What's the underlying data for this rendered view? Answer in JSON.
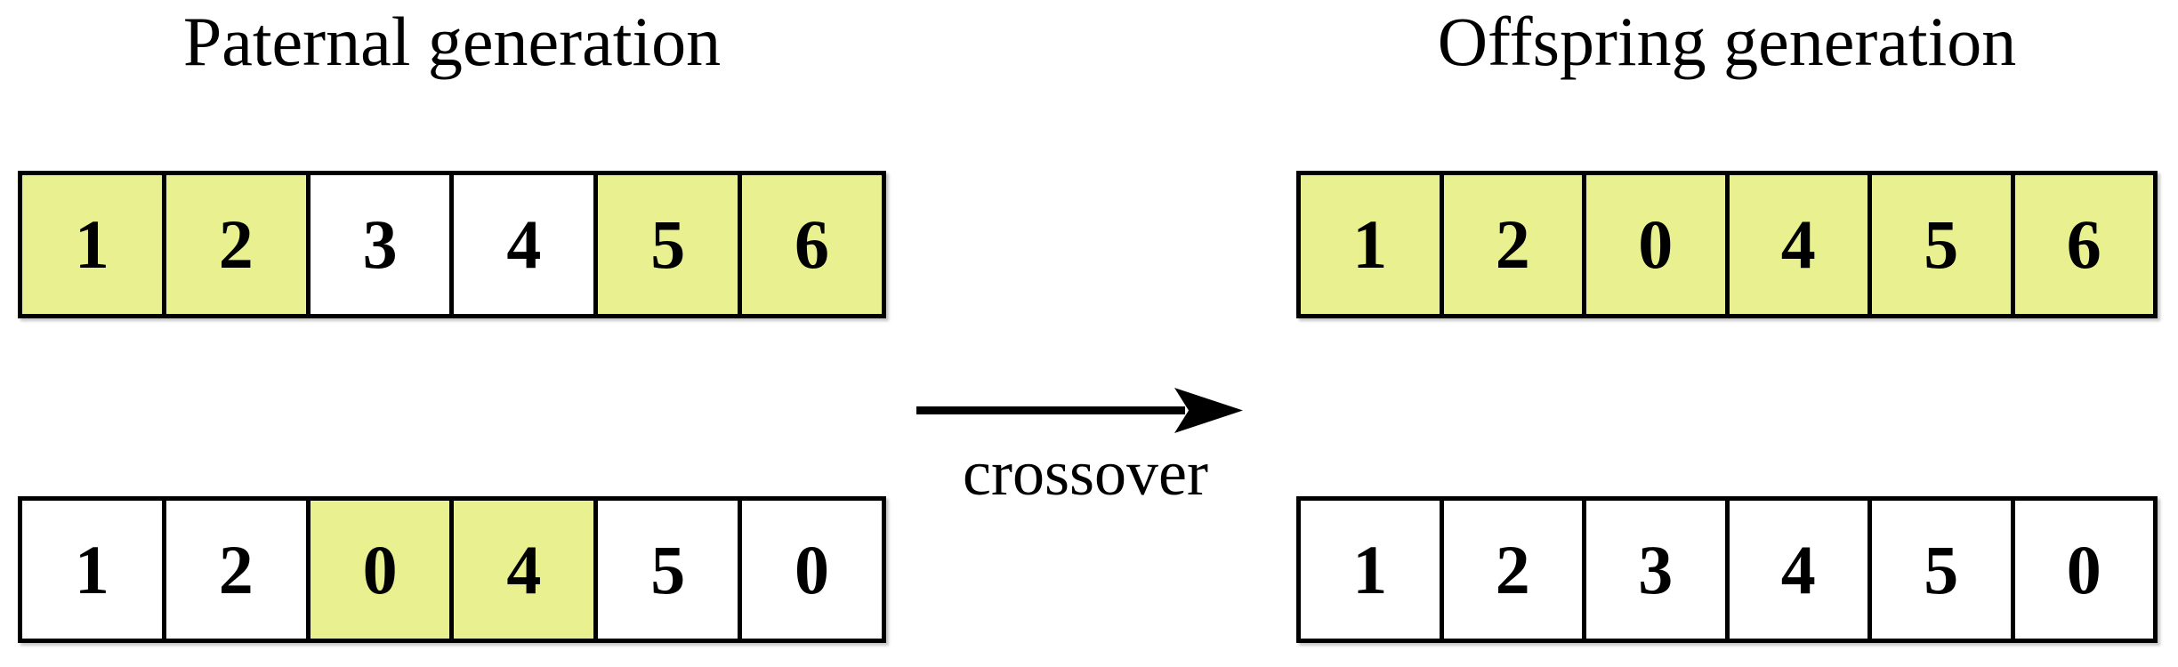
{
  "figure": {
    "paternal_title": "Paternal generation",
    "offspring_title": "Offspring generation",
    "arrow_label": "crossover"
  },
  "colors": {
    "background": "#ffffff",
    "cell_background": "#ffffff",
    "highlight": "#e9f08f",
    "border": "#000000",
    "text": "#000000"
  },
  "chromosomes": {
    "paternal_1": {
      "genes": [
        {
          "value": "1",
          "highlighted": true
        },
        {
          "value": "2",
          "highlighted": true
        },
        {
          "value": "3",
          "highlighted": false
        },
        {
          "value": "4",
          "highlighted": false
        },
        {
          "value": "5",
          "highlighted": true
        },
        {
          "value": "6",
          "highlighted": true
        }
      ]
    },
    "paternal_2": {
      "genes": [
        {
          "value": "1",
          "highlighted": false
        },
        {
          "value": "2",
          "highlighted": false
        },
        {
          "value": "0",
          "highlighted": true
        },
        {
          "value": "4",
          "highlighted": true
        },
        {
          "value": "5",
          "highlighted": false
        },
        {
          "value": "0",
          "highlighted": false
        }
      ]
    },
    "offspring_1": {
      "genes": [
        {
          "value": "1",
          "highlighted": true
        },
        {
          "value": "2",
          "highlighted": true
        },
        {
          "value": "0",
          "highlighted": true
        },
        {
          "value": "4",
          "highlighted": true
        },
        {
          "value": "5",
          "highlighted": true
        },
        {
          "value": "6",
          "highlighted": true
        }
      ]
    },
    "offspring_2": {
      "genes": [
        {
          "value": "1",
          "highlighted": false
        },
        {
          "value": "2",
          "highlighted": false
        },
        {
          "value": "3",
          "highlighted": false
        },
        {
          "value": "4",
          "highlighted": false
        },
        {
          "value": "5",
          "highlighted": false
        },
        {
          "value": "0",
          "highlighted": false
        }
      ]
    }
  }
}
